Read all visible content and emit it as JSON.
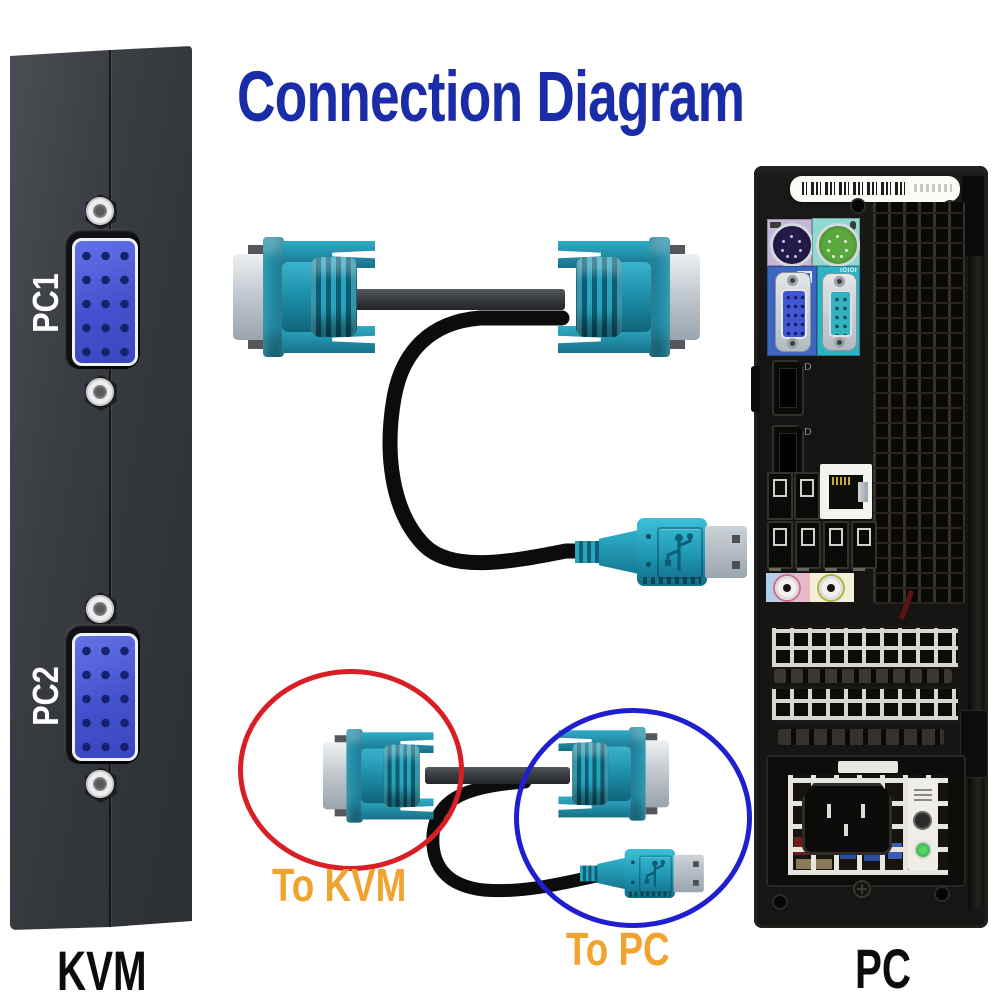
{
  "title": {
    "text": "Connection Diagram",
    "color": "#1b2ca8"
  },
  "kvm": {
    "device_label": "KVM",
    "ports": [
      {
        "label": "PC1"
      },
      {
        "label": "PC2"
      }
    ]
  },
  "pc": {
    "device_label": "PC",
    "serial_port_icon_text": "IOIOI",
    "displayport_icon_text": "D"
  },
  "cable_annotations": {
    "to_kvm": {
      "label": "To KVM",
      "circle_color": "#d91f26"
    },
    "to_pc": {
      "label": "To PC",
      "circle_color": "#1f1fd0"
    }
  },
  "colors": {
    "connector_teal": "#2196b2",
    "cable_black": "#0c0c0c",
    "vga_port_blue": "#4856cf",
    "label_orange": "#f0a32e",
    "title_blue": "#1b2ca8",
    "kvm_panel_gray": "#35383d",
    "pc_tower_black": "#161513"
  }
}
